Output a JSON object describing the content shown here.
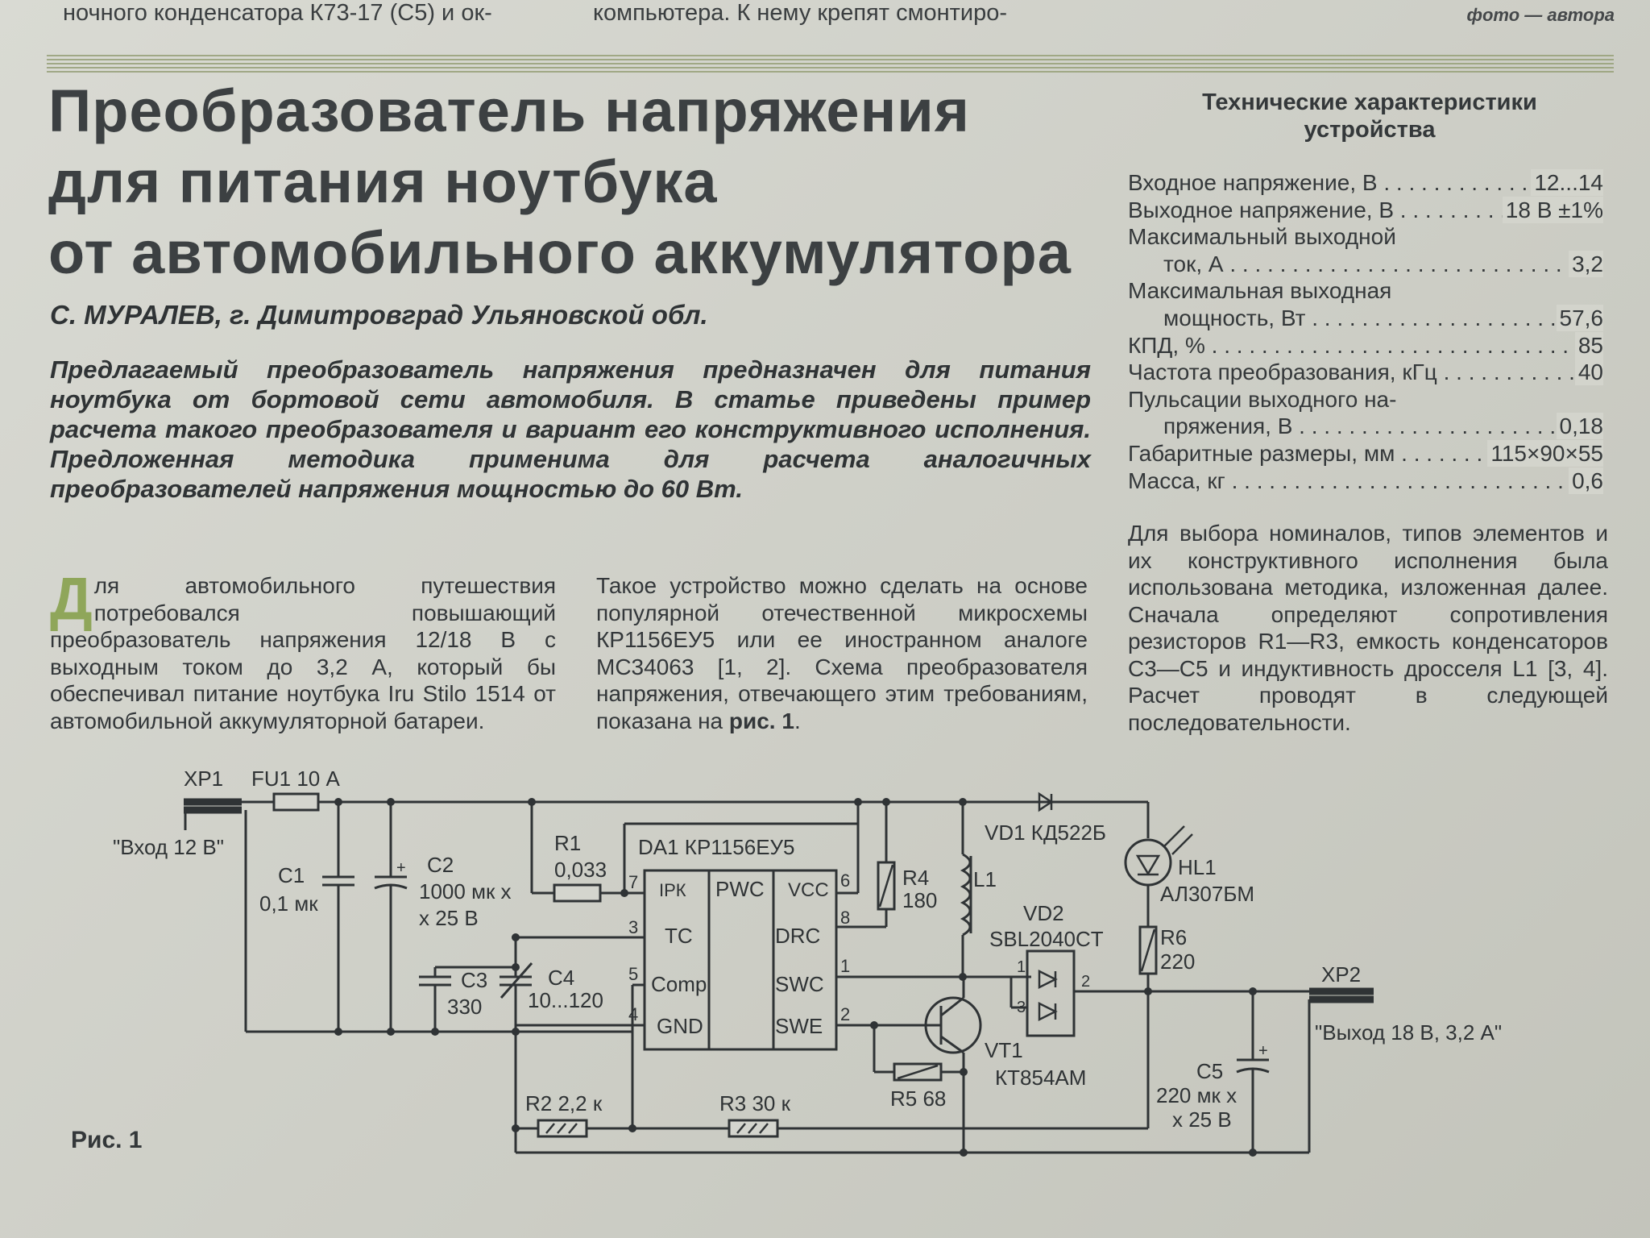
{
  "top": {
    "col1_fragment": "ночного конденсатора К73-17 (С5) и ок-",
    "col2_fragment": "компьютера. К нему крепят смонтиро-",
    "photo_credit": "фото — автора"
  },
  "article": {
    "title_lines": [
      "Преобразователь напряжения",
      "для питания ноутбука",
      "от автомобильного аккумулятора"
    ],
    "author": "С. МУРАЛЕВ, г. Димитровград Ульяновской обл.",
    "lead": "Предлагаемый преобразователь напряжения предназначен для питания ноутбука от бортовой сети автомобиля. В статье приведены пример расчета такого преобразователя и вариант его конструктивного исполнения. Предложенная методика применима для расчета аналогичных преобразователей напряжения мощностью до 60 Вт."
  },
  "specs": {
    "title_line1": "Технические характеристики",
    "title_line2": "устройства",
    "rows": [
      {
        "label": "Входное напряжение, В",
        "value": "12...14",
        "indent": false
      },
      {
        "label": "Выходное напряжение, В",
        "value": "18 В ±1%",
        "indent": false
      },
      {
        "label": "Максимальный выходной",
        "value": "",
        "indent": false
      },
      {
        "label": "ток, А",
        "value": "3,2",
        "indent": true
      },
      {
        "label": "Максимальная выходная",
        "value": "",
        "indent": false
      },
      {
        "label": "мощность, Вт",
        "value": "57,6",
        "indent": true
      },
      {
        "label": "КПД, %",
        "value": "85",
        "indent": false
      },
      {
        "label": "Частота преобразования, кГц",
        "value": "40",
        "indent": false
      },
      {
        "label": "Пульсации выходного на-",
        "value": "",
        "indent": false
      },
      {
        "label": "пряжения, В",
        "value": "0,18",
        "indent": true
      },
      {
        "label": "Габаритные размеры, мм",
        "value": "115×90×55",
        "indent": false
      },
      {
        "label": "Масса, кг",
        "value": "0,6",
        "indent": false
      }
    ]
  },
  "body": {
    "col1_dropcap": "Д",
    "col1_text": "ля автомобильного путешествия потребовался повышающий преобразователь напряжения 12/18 В с выходным током до 3,2 А, который бы обеспечивал питание ноутбука Iru Stilo 1514 от автомобильной аккумуляторной батареи.",
    "col2_text": "Такое устройство можно сделать на основе популярной отечественной микросхемы КР1156ЕУ5 или ее иностранном аналоге МС34063 [1, 2]. Схема преобразователя напряжения, отвечающего этим требованиям, показана на",
    "col2_ref": "рис. 1",
    "col2_end": ".",
    "col3_text": "Для выбора номиналов, типов элементов и их конструктивного исполнения была использована методика, изложенная далее. Сначала определяют сопротивления резисторов R1—R3, емкость конденсаторов С3—С5 и индуктивность дросселя L1 [3, 4]. Расчет проводят в следующей последовательности."
  },
  "schematic": {
    "figure_label": "Рис. 1",
    "xp1": "XP1",
    "xp1_note": "\"Вход 12 В\"",
    "fu1": "FU1 10 А",
    "c1": "C1",
    "c1_val": "0,1 мк",
    "c2": "C2",
    "c2_val1": "1000 мк х",
    "c2_val2": "х 25 В",
    "r1": "R1",
    "r1_val": "0,033",
    "da1": "DA1 КР1156ЕУ5",
    "pin_ipk": "IРК",
    "pin_pwc": "PWC",
    "pin_vcc": "VCC",
    "pin_tc": "TC",
    "pin_drc": "DRC",
    "pin_comp": "Comp",
    "pin_swc": "SWC",
    "pin_gnd": "GND",
    "pin_swe": "SWE",
    "pn7": "7",
    "pn3": "3",
    "pn5": "5",
    "pn4": "4",
    "pn6": "6",
    "pn8": "8",
    "pn1": "1",
    "pn2": "2",
    "c3": "C3",
    "c3_val": "330",
    "c4": "C4",
    "c4_val": "10...120",
    "r4": "R4",
    "r4_val": "180",
    "l1": "L1",
    "vd1": "VD1 КД522Б",
    "vd2": "VD2",
    "vd2_val": "SBL2040CT",
    "vd2_p1": "1",
    "vd2_p2": "2",
    "vd2_p3": "3",
    "hl1": "HL1",
    "hl1_val": "АЛ307БМ",
    "r6": "R6",
    "r6_val": "220",
    "vt1": "VT1",
    "vt1_val": "КТ854АМ",
    "r5": "R5 68",
    "r2": "R2 2,2 к",
    "r3": "R3 30 к",
    "c5": "C5",
    "c5_val1": "220 мк х",
    "c5_val2": "х 25 В",
    "xp2": "XP2",
    "xp2_note": "\"Выход 18 В, 3,2 А\"",
    "plus": "+"
  }
}
